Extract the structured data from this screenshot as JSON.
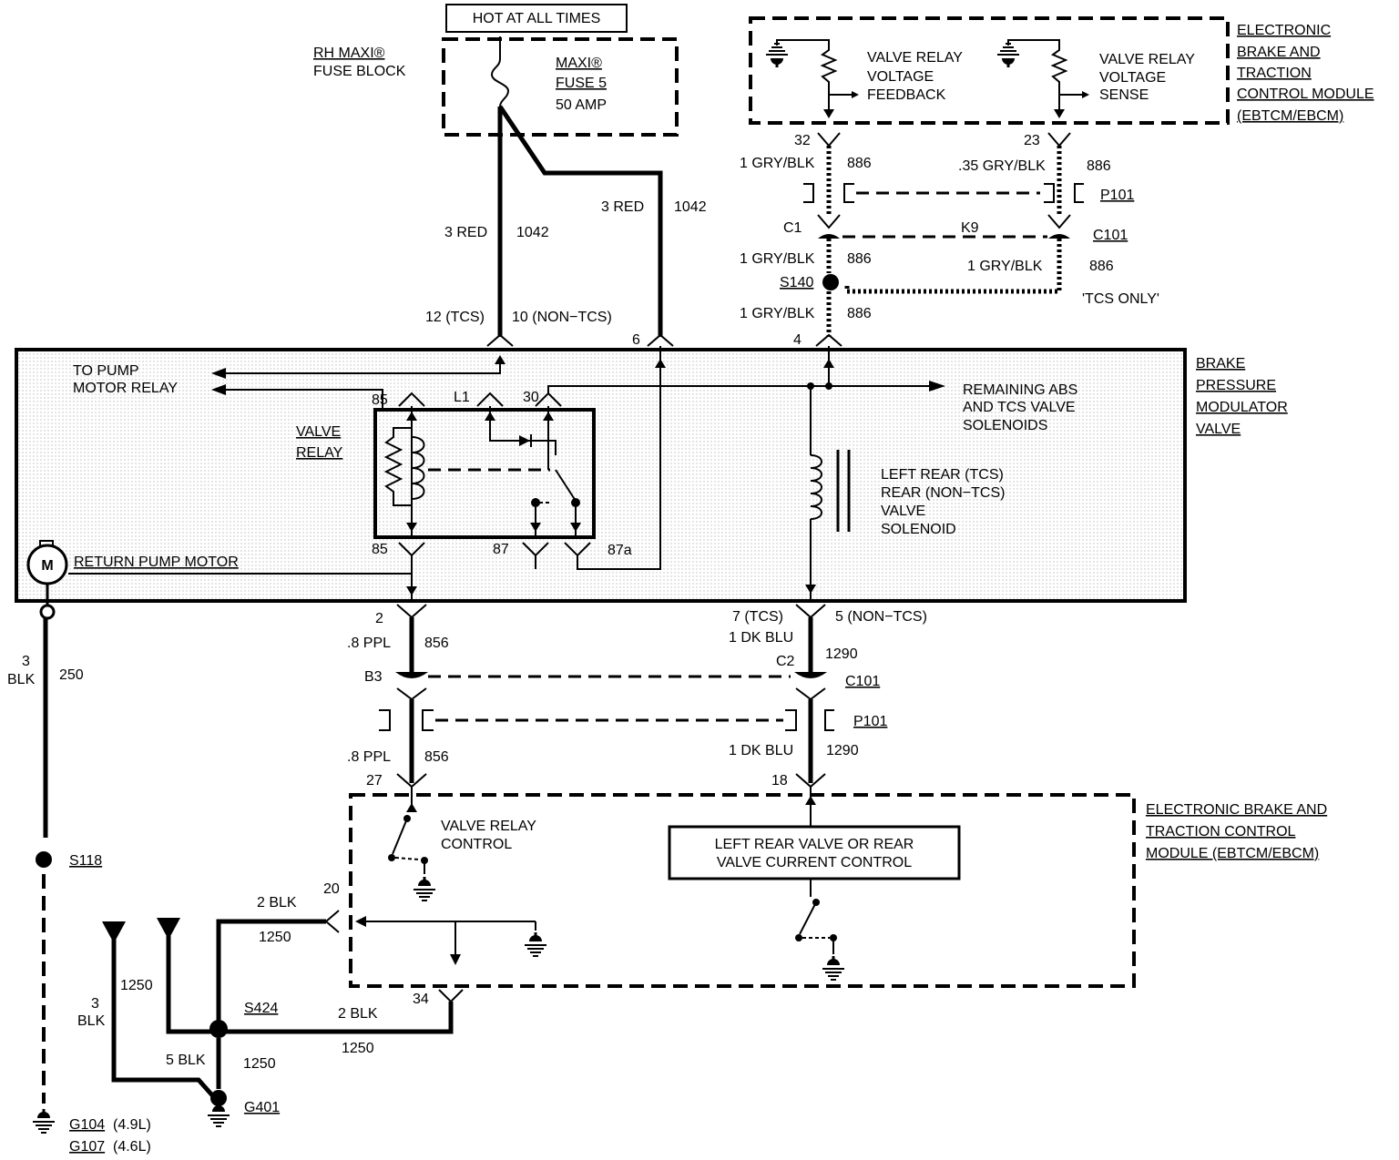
{
  "header": {
    "hot_label": "HOT AT ALL TIMES",
    "fuse_block_1": "RH MAXI®",
    "fuse_block_2": "FUSE BLOCK",
    "fuse_1": "MAXI®",
    "fuse_2": "FUSE 5",
    "fuse_3": "50 AMP"
  },
  "ebtcm_top": {
    "title_1": "ELECTRONIC",
    "title_2": "BRAKE AND",
    "title_3": "TRACTION",
    "title_4": "CONTROL MODULE",
    "title_5": "(EBTCM/EBCM)",
    "feedback_1": "VALVE RELAY",
    "feedback_2": "VOLTAGE",
    "feedback_3": "FEEDBACK",
    "sense_1": "VALVE RELAY",
    "sense_2": "VOLTAGE",
    "sense_3": "SENSE"
  },
  "wires_top": {
    "red_left_color": "3 RED",
    "red_left_circuit": "1042",
    "red_right_color": "3 RED",
    "red_right_circuit": "1042",
    "pin_12": "12 (TCS)",
    "pin_10": "10 (NON−TCS)",
    "pin_6": "6",
    "pin_32": "32",
    "pin_23": "23",
    "gry_1": "1 GRY/BLK",
    "gry_1_circuit": "886",
    "gry_35": ".35 GRY/BLK",
    "gry_35_circuit": "886",
    "p101": "P101",
    "c1": "C1",
    "k9": "K9",
    "c101": "C101",
    "gry_2": "1 GRY/BLK",
    "gry_2_circuit": "886",
    "gry_3": "1 GRY/BLK",
    "gry_3_circuit": "886",
    "s140": "S140",
    "tcs_only": "'TCS ONLY'",
    "gry_4": "1 GRY/BLK",
    "gry_4_circuit": "886",
    "pin_4": "4"
  },
  "modulator": {
    "title_1": "BRAKE",
    "title_2": "PRESSURE",
    "title_3": "MODULATOR",
    "title_4": "VALVE",
    "pump_relay_1": "TO PUMP",
    "pump_relay_2": "MOTOR RELAY",
    "valve_relay_1": "VALVE",
    "valve_relay_2": "RELAY",
    "t85_top": "85",
    "l1": "L1",
    "t30": "30",
    "t85_bottom": "85",
    "t87": "87",
    "t87a": "87a",
    "remaining_1": "REMAINING ABS",
    "remaining_2": "AND TCS VALVE",
    "remaining_3": "SOLENOIDS",
    "solenoid_1": "LEFT REAR (TCS)",
    "solenoid_2": "REAR (NON−TCS)",
    "solenoid_3": "VALVE",
    "solenoid_4": "SOLENOID",
    "motor_symbol": "M",
    "return_pump": "RETURN PUMP MOTOR"
  },
  "wires_mid": {
    "pin_2": "2",
    "ppl_1": ".8 PPL",
    "ppl_1_circuit": "856",
    "b3": "B3",
    "pin_7": "7 (TCS)",
    "pin_5": "5 (NON−TCS)",
    "dkblu_1": "1 DK BLU",
    "dkblu_1_circuit": "1290",
    "c2": "C2",
    "c101": "C101",
    "p101": "P101",
    "ppl_2": ".8 PPL",
    "ppl_2_circuit": "856",
    "dkblu_2": "1 DK BLU",
    "dkblu_2_circuit": "1290",
    "pin_27": "27",
    "pin_18": "18"
  },
  "ebtcm_bottom": {
    "title_1": "ELECTRONIC BRAKE AND",
    "title_2": "TRACTION CONTROL",
    "title_3": "MODULE (EBTCM/EBCM)",
    "relay_control_1": "VALVE RELAY",
    "relay_control_2": "CONTROL",
    "current_control_1": "LEFT REAR VALVE OR REAR",
    "current_control_2": "VALVE CURRENT CONTROL",
    "pin_20": "20",
    "pin_34": "34"
  },
  "grounds": {
    "blk_3_a": "3",
    "blk_3_b": "BLK",
    "blk_250": "250",
    "s118": "S118",
    "blk_2_a": "2 BLK",
    "blk_2_a_circuit": "1250",
    "blk_2_b": "2 BLK",
    "blk_2_b_circuit": "1250",
    "s424": "S424",
    "blk_1250": "1250",
    "blk_3_c": "3",
    "blk_3_d": "BLK",
    "blk_5": "5 BLK",
    "blk_5_circuit": "1250",
    "g401": "G401",
    "g104": "G104",
    "g104_note": "(4.9L)",
    "g107": "G107",
    "g107_note": "(4.6L)"
  }
}
